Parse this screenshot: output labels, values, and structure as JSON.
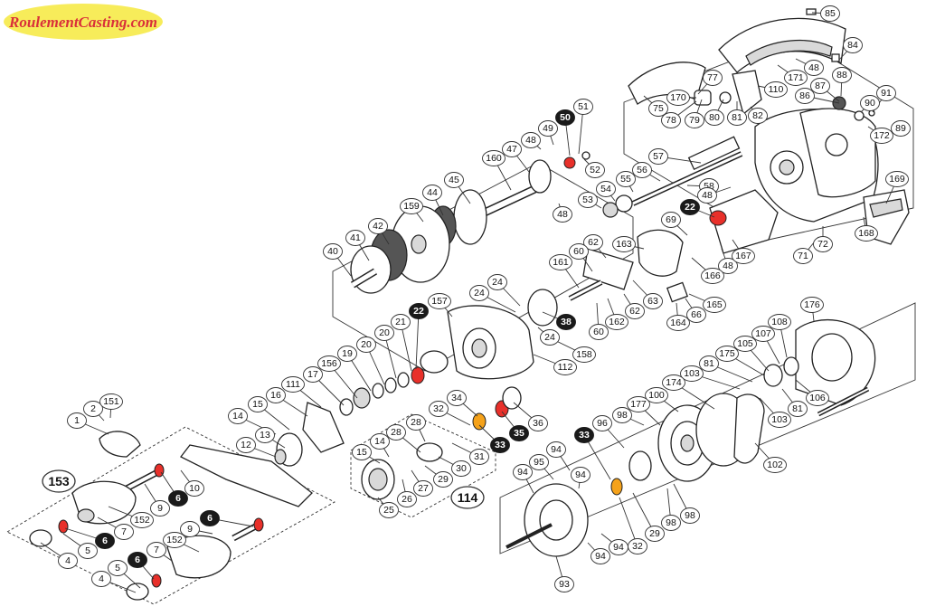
{
  "logo": {
    "text": "RoulementCasting.com"
  },
  "colors": {
    "bearing_red": "#e8302a",
    "bearing_orange": "#f5a21a",
    "callout_dark": "#1a1a1a"
  },
  "callouts": [
    {
      "id": "c85",
      "label": "85",
      "style": "plain"
    },
    {
      "id": "c84",
      "label": "84",
      "style": "plain"
    },
    {
      "id": "c77",
      "label": "77",
      "style": "plain"
    },
    {
      "id": "c171",
      "label": "171",
      "style": "plain"
    },
    {
      "id": "c48a",
      "label": "48",
      "style": "plain"
    },
    {
      "id": "c88",
      "label": "88",
      "style": "plain"
    },
    {
      "id": "c87",
      "label": "87",
      "style": "plain"
    },
    {
      "id": "c110",
      "label": "110",
      "style": "plain"
    },
    {
      "id": "c86",
      "label": "86",
      "style": "plain"
    },
    {
      "id": "c90",
      "label": "90",
      "style": "plain"
    },
    {
      "id": "c91",
      "label": "91",
      "style": "plain"
    },
    {
      "id": "c75",
      "label": "75",
      "style": "plain"
    },
    {
      "id": "c170",
      "label": "170",
      "style": "plain"
    },
    {
      "id": "c78",
      "label": "78",
      "style": "plain"
    },
    {
      "id": "c79",
      "label": "79",
      "style": "plain"
    },
    {
      "id": "c80",
      "label": "80",
      "style": "plain"
    },
    {
      "id": "c81a",
      "label": "81",
      "style": "plain"
    },
    {
      "id": "c82",
      "label": "82",
      "style": "plain"
    },
    {
      "id": "c172",
      "label": "172",
      "style": "plain"
    },
    {
      "id": "c89",
      "label": "89",
      "style": "plain"
    },
    {
      "id": "c50",
      "label": "50",
      "style": "dark"
    },
    {
      "id": "c51",
      "label": "51",
      "style": "plain"
    },
    {
      "id": "c49",
      "label": "49",
      "style": "plain"
    },
    {
      "id": "c48b",
      "label": "48",
      "style": "plain"
    },
    {
      "id": "c47",
      "label": "47",
      "style": "plain"
    },
    {
      "id": "c160",
      "label": "160",
      "style": "plain"
    },
    {
      "id": "c52",
      "label": "52",
      "style": "plain"
    },
    {
      "id": "c57",
      "label": "57",
      "style": "plain"
    },
    {
      "id": "c56",
      "label": "56",
      "style": "plain"
    },
    {
      "id": "c55",
      "label": "55",
      "style": "plain"
    },
    {
      "id": "c54",
      "label": "54",
      "style": "plain"
    },
    {
      "id": "c53",
      "label": "53",
      "style": "plain"
    },
    {
      "id": "c58",
      "label": "58",
      "style": "plain"
    },
    {
      "id": "c48c",
      "label": "48",
      "style": "plain"
    },
    {
      "id": "c48d",
      "label": "48",
      "style": "plain"
    },
    {
      "id": "c45",
      "label": "45",
      "style": "plain"
    },
    {
      "id": "c44",
      "label": "44",
      "style": "plain"
    },
    {
      "id": "c159",
      "label": "159",
      "style": "plain"
    },
    {
      "id": "c42",
      "label": "42",
      "style": "plain"
    },
    {
      "id": "c41",
      "label": "41",
      "style": "plain"
    },
    {
      "id": "c40",
      "label": "40",
      "style": "plain"
    },
    {
      "id": "c22a",
      "label": "22",
      "style": "dark"
    },
    {
      "id": "c69",
      "label": "69",
      "style": "plain"
    },
    {
      "id": "c169",
      "label": "169",
      "style": "plain"
    },
    {
      "id": "c72",
      "label": "72",
      "style": "plain"
    },
    {
      "id": "c168",
      "label": "168",
      "style": "plain"
    },
    {
      "id": "c71",
      "label": "71",
      "style": "plain"
    },
    {
      "id": "c48e",
      "label": "48",
      "style": "plain"
    },
    {
      "id": "c167",
      "label": "167",
      "style": "plain"
    },
    {
      "id": "c62a",
      "label": "62",
      "style": "plain"
    },
    {
      "id": "c163",
      "label": "163",
      "style": "plain"
    },
    {
      "id": "c60a",
      "label": "60",
      "style": "plain"
    },
    {
      "id": "c161",
      "label": "161",
      "style": "plain"
    },
    {
      "id": "c166",
      "label": "166",
      "style": "plain"
    },
    {
      "id": "c63",
      "label": "63",
      "style": "plain"
    },
    {
      "id": "c165",
      "label": "165",
      "style": "plain"
    },
    {
      "id": "c62b",
      "label": "62",
      "style": "plain"
    },
    {
      "id": "c66",
      "label": "66",
      "style": "plain"
    },
    {
      "id": "c162",
      "label": "162",
      "style": "plain"
    },
    {
      "id": "c164",
      "label": "164",
      "style": "plain"
    },
    {
      "id": "c60b",
      "label": "60",
      "style": "plain"
    },
    {
      "id": "c24a",
      "label": "24",
      "style": "plain"
    },
    {
      "id": "c24b",
      "label": "24",
      "style": "plain"
    },
    {
      "id": "c157",
      "label": "157",
      "style": "plain"
    },
    {
      "id": "c22b",
      "label": "22",
      "style": "dark"
    },
    {
      "id": "c38",
      "label": "38",
      "style": "dark"
    },
    {
      "id": "c24c",
      "label": "24",
      "style": "plain"
    },
    {
      "id": "c158",
      "label": "158",
      "style": "plain"
    },
    {
      "id": "c112",
      "label": "112",
      "style": "plain"
    },
    {
      "id": "c21",
      "label": "21",
      "style": "plain"
    },
    {
      "id": "c20a",
      "label": "20",
      "style": "plain"
    },
    {
      "id": "c20b",
      "label": "20",
      "style": "plain"
    },
    {
      "id": "c19",
      "label": "19",
      "style": "plain"
    },
    {
      "id": "c156",
      "label": "156",
      "style": "plain"
    },
    {
      "id": "c17",
      "label": "17",
      "style": "plain"
    },
    {
      "id": "c111",
      "label": "111",
      "style": "plain"
    },
    {
      "id": "c16",
      "label": "16",
      "style": "plain"
    },
    {
      "id": "c15a",
      "label": "15",
      "style": "plain"
    },
    {
      "id": "c14a",
      "label": "14",
      "style": "plain"
    },
    {
      "id": "c13",
      "label": "13",
      "style": "plain"
    },
    {
      "id": "c12",
      "label": "12",
      "style": "plain"
    },
    {
      "id": "c34",
      "label": "34",
      "style": "plain"
    },
    {
      "id": "c32a",
      "label": "32",
      "style": "plain"
    },
    {
      "id": "c36",
      "label": "36",
      "style": "plain"
    },
    {
      "id": "c35",
      "label": "35",
      "style": "dark"
    },
    {
      "id": "c33a",
      "label": "33",
      "style": "dark"
    },
    {
      "id": "c28a",
      "label": "28",
      "style": "plain"
    },
    {
      "id": "c28b",
      "label": "28",
      "style": "plain"
    },
    {
      "id": "c15b",
      "label": "15",
      "style": "plain"
    },
    {
      "id": "c14b",
      "label": "14",
      "style": "plain"
    },
    {
      "id": "c31",
      "label": "31",
      "style": "plain"
    },
    {
      "id": "c30",
      "label": "30",
      "style": "plain"
    },
    {
      "id": "c29a",
      "label": "29",
      "style": "plain"
    },
    {
      "id": "c27",
      "label": "27",
      "style": "plain"
    },
    {
      "id": "c26",
      "label": "26",
      "style": "plain"
    },
    {
      "id": "c25",
      "label": "25",
      "style": "plain"
    },
    {
      "id": "c114",
      "label": "114",
      "style": "big"
    },
    {
      "id": "c2",
      "label": "2",
      "style": "plain"
    },
    {
      "id": "c151",
      "label": "151",
      "style": "plain"
    },
    {
      "id": "c1",
      "label": "1",
      "style": "plain"
    },
    {
      "id": "c153",
      "label": "153",
      "style": "big"
    },
    {
      "id": "c10",
      "label": "10",
      "style": "plain"
    },
    {
      "id": "c6a",
      "label": "6",
      "style": "dark"
    },
    {
      "id": "c9a",
      "label": "9",
      "style": "plain"
    },
    {
      "id": "c152a",
      "label": "152",
      "style": "plain"
    },
    {
      "id": "c7a",
      "label": "7",
      "style": "plain"
    },
    {
      "id": "c6b",
      "label": "6",
      "style": "dark"
    },
    {
      "id": "c5a",
      "label": "5",
      "style": "plain"
    },
    {
      "id": "c4a",
      "label": "4",
      "style": "plain"
    },
    {
      "id": "c9b",
      "label": "9",
      "style": "plain"
    },
    {
      "id": "c6c",
      "label": "6",
      "style": "dark"
    },
    {
      "id": "c6d",
      "label": "6",
      "style": "dark"
    },
    {
      "id": "c7b",
      "label": "7",
      "style": "plain"
    },
    {
      "id": "c152b",
      "label": "152",
      "style": "plain"
    },
    {
      "id": "c5b",
      "label": "5",
      "style": "plain"
    },
    {
      "id": "c4b",
      "label": "4",
      "style": "plain"
    },
    {
      "id": "c176",
      "label": "176",
      "style": "plain"
    },
    {
      "id": "c108",
      "label": "108",
      "style": "plain"
    },
    {
      "id": "c107",
      "label": "107",
      "style": "plain"
    },
    {
      "id": "c105",
      "label": "105",
      "style": "plain"
    },
    {
      "id": "c175",
      "label": "175",
      "style": "plain"
    },
    {
      "id": "c81b",
      "label": "81",
      "style": "plain"
    },
    {
      "id": "c103a",
      "label": "103",
      "style": "plain"
    },
    {
      "id": "c174",
      "label": "174",
      "style": "plain"
    },
    {
      "id": "c106",
      "label": "106",
      "style": "plain"
    },
    {
      "id": "c81c",
      "label": "81",
      "style": "plain"
    },
    {
      "id": "c103b",
      "label": "103",
      "style": "plain"
    },
    {
      "id": "c177",
      "label": "177",
      "style": "plain"
    },
    {
      "id": "c100",
      "label": "100",
      "style": "plain"
    },
    {
      "id": "c98a",
      "label": "98",
      "style": "plain"
    },
    {
      "id": "c96",
      "label": "96",
      "style": "plain"
    },
    {
      "id": "c33b",
      "label": "33",
      "style": "dark"
    },
    {
      "id": "c102",
      "label": "102",
      "style": "plain"
    },
    {
      "id": "c94a",
      "label": "94",
      "style": "plain"
    },
    {
      "id": "c95",
      "label": "95",
      "style": "plain"
    },
    {
      "id": "c94b",
      "label": "94",
      "style": "plain"
    },
    {
      "id": "c94c",
      "label": "94",
      "style": "plain"
    },
    {
      "id": "c98b",
      "label": "98",
      "style": "plain"
    },
    {
      "id": "c98c",
      "label": "98",
      "style": "plain"
    },
    {
      "id": "c29b",
      "label": "29",
      "style": "plain"
    },
    {
      "id": "c94d",
      "label": "94",
      "style": "plain"
    },
    {
      "id": "c32b",
      "label": "32",
      "style": "plain"
    },
    {
      "id": "c94e",
      "label": "94",
      "style": "plain"
    },
    {
      "id": "c93",
      "label": "93",
      "style": "plain"
    }
  ]
}
